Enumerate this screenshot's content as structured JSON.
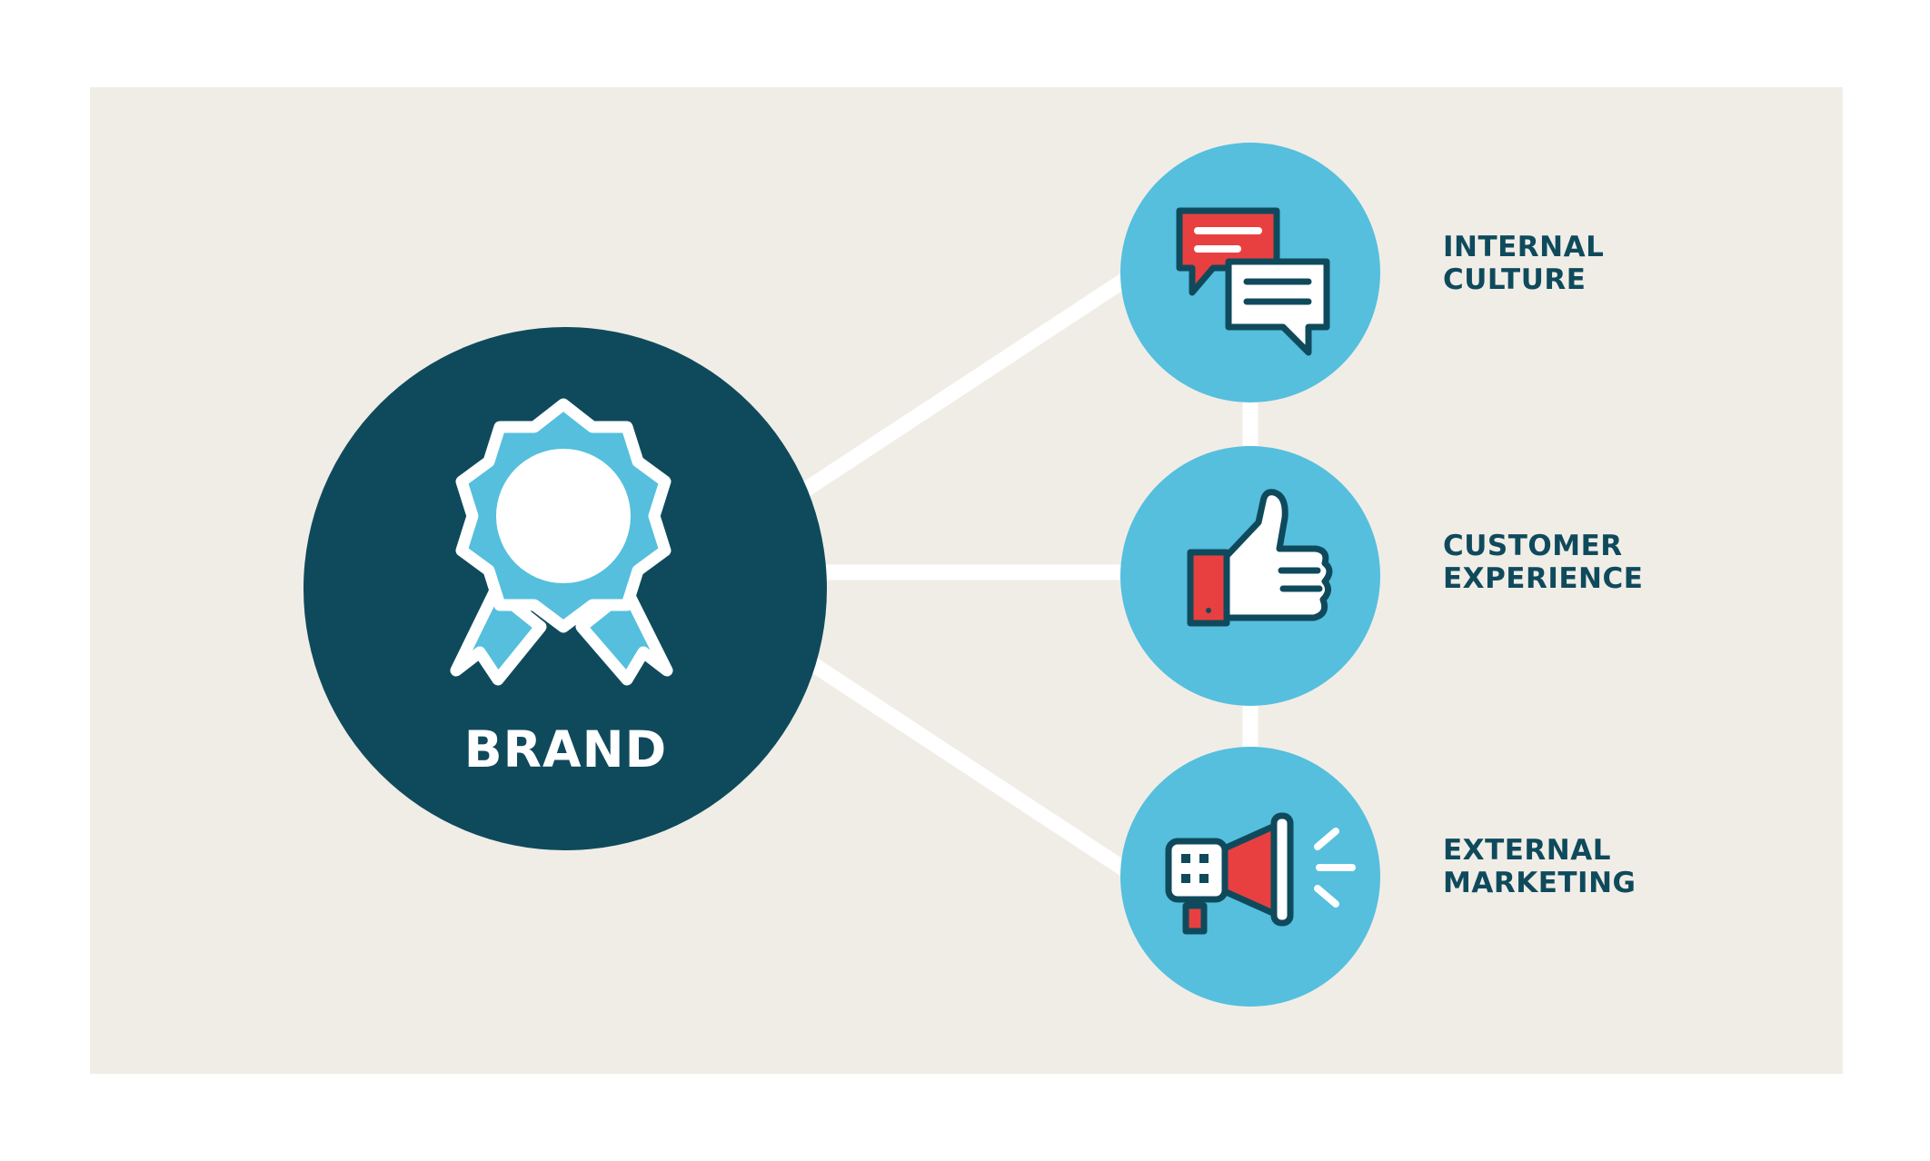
{
  "diagram": {
    "center": {
      "label": "BRAND",
      "icon": "award-ribbon-icon"
    },
    "items": [
      {
        "line1": "INTERNAL",
        "line2": "CULTURE",
        "icon": "chat-bubbles-icon"
      },
      {
        "line1": "CUSTOMER",
        "line2": "EXPERIENCE",
        "icon": "thumbs-up-icon"
      },
      {
        "line1": "EXTERNAL",
        "line2": "MARKETING",
        "icon": "megaphone-icon"
      }
    ]
  },
  "colors": {
    "background": "#f0ede7",
    "center_circle": "#0f4a5c",
    "node_circle": "#55bfdd",
    "accent_red": "#e84040",
    "outline": "#0f4a5c",
    "connector": "#ffffff"
  }
}
